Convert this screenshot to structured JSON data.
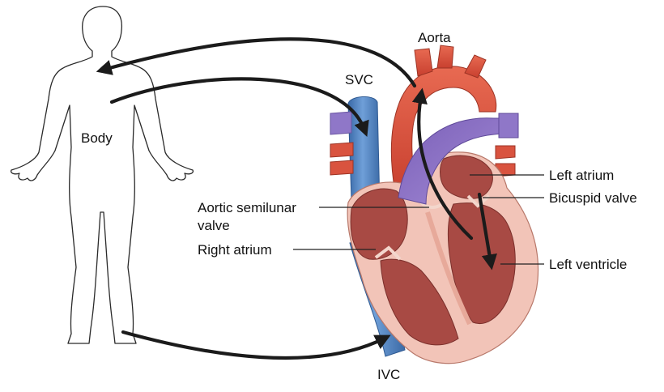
{
  "labels": {
    "body": "Body",
    "aorta": "Aorta",
    "svc": "SVC",
    "ivc": "IVC",
    "left_atrium": "Left atrium",
    "bicuspid_valve": "Bicuspid valve",
    "left_ventricle": "Left ventricle",
    "aortic_semilunar_line1": "Aortic semilunar",
    "aortic_semilunar_line2": "valve",
    "right_atrium": "Right atrium"
  },
  "colors": {
    "vena_cava": "#4a7fbf",
    "pulmonary": "#8c72c4",
    "aorta": "#d9533f",
    "myocardium": "#f2c4b8",
    "chamber": "#a84a44",
    "arrow": "#1b1b1b"
  },
  "icons": {
    "body": "human-body-outline",
    "heart": "heart-cross-section"
  }
}
